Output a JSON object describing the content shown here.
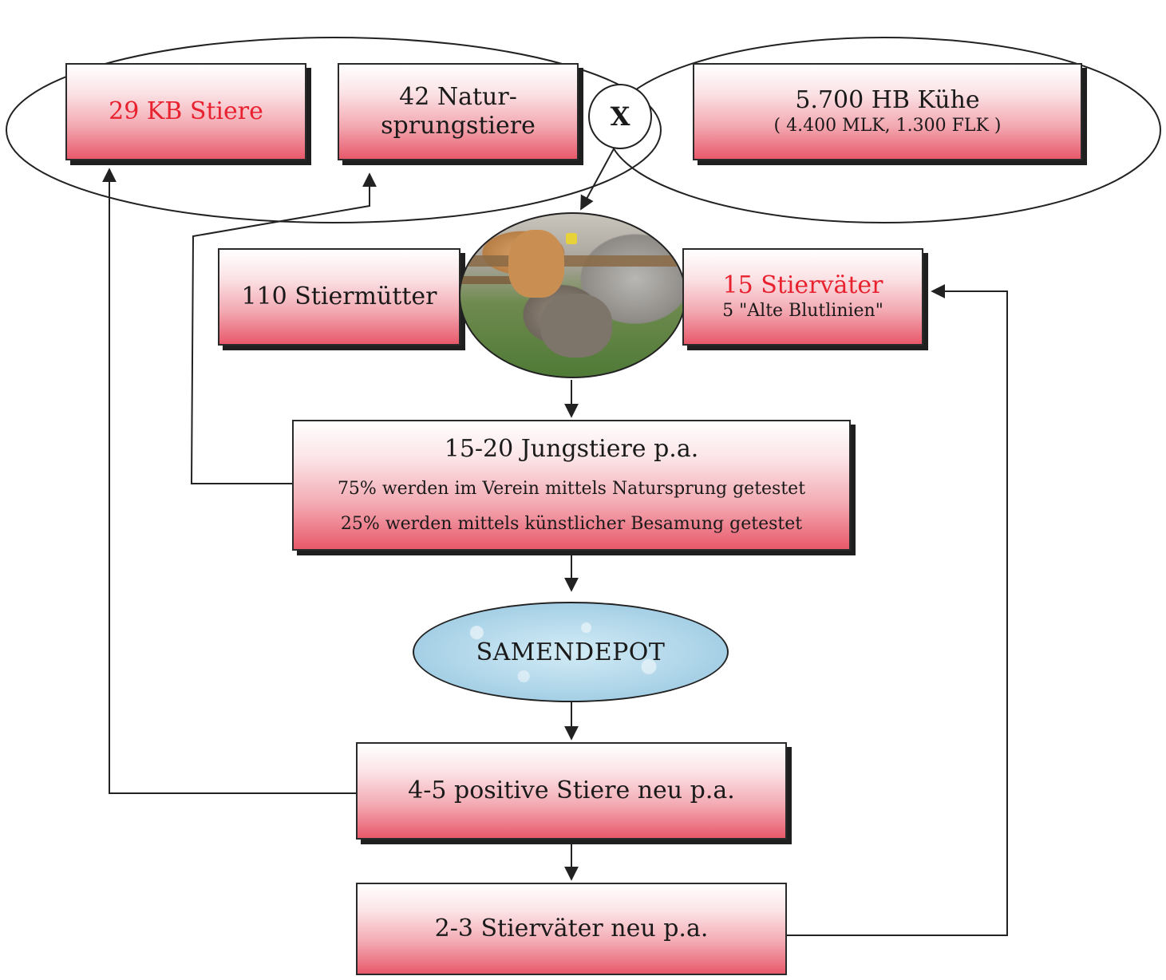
{
  "nodes": {
    "kb_stiere": {
      "text": "29 KB Stiere"
    },
    "natursprung": {
      "line1": "42 Natur-",
      "line2": "sprungstiere"
    },
    "cross": {
      "text": "X"
    },
    "kuehe": {
      "line1": "5.700 HB Kühe",
      "line2": "( 4.400 MLK, 1.300 FLK )"
    },
    "stiermuetter": {
      "text": "110 Stiermütter"
    },
    "stiervaeter": {
      "line1": "15 Stierväter",
      "line2": "5 \"Alte Blutlinien\""
    },
    "jungstiere": {
      "title": "15-20 Jungstiere p.a.",
      "line1": "75% werden im Verein mittels Natursprung getestet",
      "line2": "25% werden mittels künstlicher Besamung getestet"
    },
    "samendepot": {
      "text": "SAMENDEPOT"
    },
    "positive": {
      "text": "4-5 positive Stiere neu p.a."
    },
    "neue_vaeter": {
      "text": "2-3 Stierväter neu p.a."
    }
  },
  "colors": {
    "accent_text": "#e8212e",
    "box_gradient_top": "#ffffff",
    "box_gradient_bottom": "#e8596b",
    "depot_fill": "#acd4e8"
  }
}
